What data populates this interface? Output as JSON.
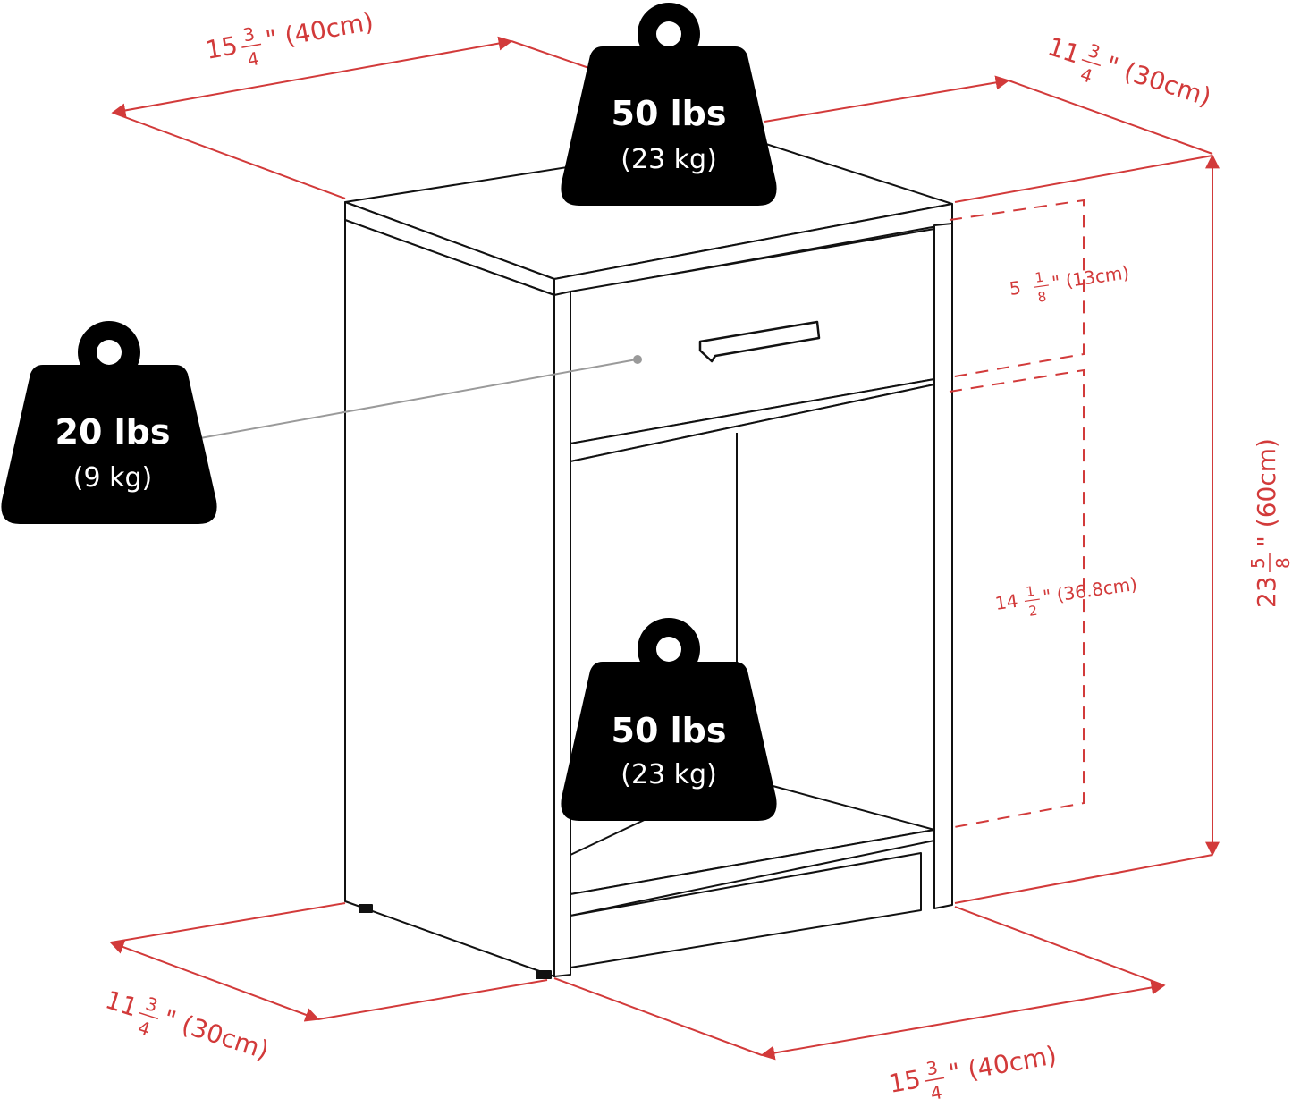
{
  "colors": {
    "dimension": "#d23a3a",
    "weight_icon": "#000000",
    "outline": "#111111",
    "leader": "#9a9a9a"
  },
  "weights": {
    "top": {
      "lbs": "50 lbs",
      "kg": "(23 kg)"
    },
    "drawer": {
      "lbs": "20 lbs",
      "kg": "(9 kg)"
    },
    "shelf": {
      "lbs": "50 lbs",
      "kg": "(23 kg)"
    }
  },
  "dimensions": {
    "top_width": {
      "whole": "15",
      "num": "3",
      "den": "4",
      "rest": "\" (40cm)"
    },
    "top_depth": {
      "whole": "11",
      "num": "3",
      "den": "4",
      "rest": "\" (30cm)"
    },
    "height": {
      "whole": "23",
      "num": "5",
      "den": "8",
      "rest": "\" (60cm)"
    },
    "drawer_height": {
      "whole": "5",
      "num": "1",
      "den": "8",
      "rest": "\" (13cm)"
    },
    "shelf_height": {
      "whole": "14",
      "num": "1",
      "den": "2",
      "rest": "\" (36.8cm)"
    },
    "bottom_depth": {
      "whole": "11",
      "num": "3",
      "den": "4",
      "rest": "\" (30cm)"
    },
    "bottom_width": {
      "whole": "15",
      "num": "3",
      "den": "4",
      "rest": "\" (40cm)"
    }
  }
}
